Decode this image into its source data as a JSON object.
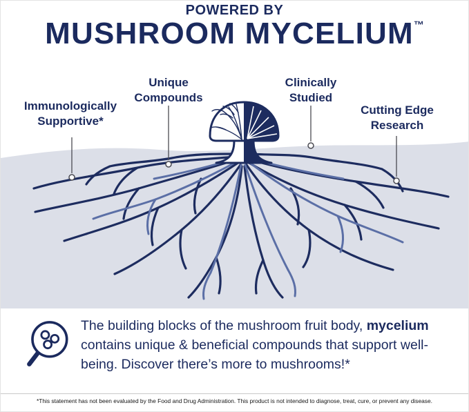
{
  "header": {
    "kicker": "POWERED BY",
    "title": "MUSHROOM MYCELIUM",
    "trademark": "™"
  },
  "callouts": [
    {
      "label": "Immunologically\nSupportive*"
    },
    {
      "label": "Unique\nCompounds"
    },
    {
      "label": "Clinically\nStudied"
    },
    {
      "label": "Cutting Edge\nResearch"
    }
  ],
  "description": {
    "part1": "The building blocks of the mushroom fruit body, ",
    "emphasis": "mycelium",
    "part2": " contains unique & beneficial compounds that support well-being. Discover there’s more to mushrooms!*"
  },
  "disclaimer": "*This statement has not been evaluated by the Food and Drug Administration. This product is not intended to diagnose, treat, cure, or prevent any disease.",
  "colors": {
    "navy": "#1b2a5e",
    "root_dark": "#1d2c5f",
    "root_light": "#5b6fa6",
    "ground": "#dcdfe8"
  },
  "icons": {
    "magnifier": "magnifying-glass-with-molecules-icon"
  }
}
